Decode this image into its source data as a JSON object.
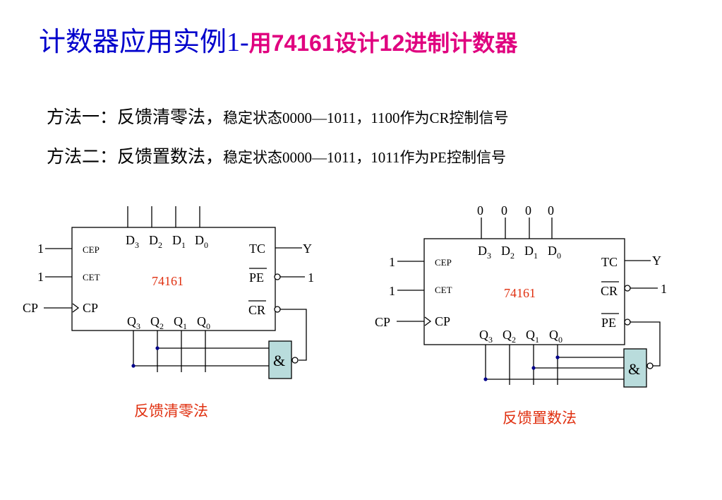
{
  "title": {
    "main": "计数器应用实例1-",
    "sub": "用74161设计12进制计数器"
  },
  "methods": [
    {
      "label": "方法一：反馈清零法，",
      "detail": "稳定状态0000—1011，1100作为CR控制信号"
    },
    {
      "label": "方法二：反馈置数法，",
      "detail": "稳定状态0000—1011，1011作为PE控制信号"
    }
  ],
  "circuits": [
    {
      "chip": "74161",
      "caption": "反馈清零法",
      "inputs": {
        "cep": "1",
        "cet": "1",
        "cp": "CP"
      },
      "pins": {
        "cep": "CEP",
        "cet": "CET",
        "cp": "CP",
        "tc": "TC",
        "pe": "PE",
        "cr": "CR",
        "d": [
          "D",
          "D",
          "D",
          "D"
        ],
        "d_sub": [
          "3",
          "2",
          "1",
          "0"
        ],
        "q": [
          "Q",
          "Q",
          "Q",
          "Q"
        ],
        "q_sub": [
          "3",
          "2",
          "1",
          "0"
        ]
      },
      "outputs": {
        "y": "Y",
        "pe_in": "1"
      },
      "data_inputs": [
        "",
        "",
        "",
        ""
      ],
      "gate": "&"
    },
    {
      "chip": "74161",
      "caption": "反馈置数法",
      "inputs": {
        "cep": "1",
        "cet": "1",
        "cp": "CP"
      },
      "pins": {
        "cep": "CEP",
        "cet": "CET",
        "cp": "CP",
        "tc": "TC",
        "cr": "CR",
        "pe": "PE",
        "d": [
          "D",
          "D",
          "D",
          "D"
        ],
        "d_sub": [
          "3",
          "2",
          "1",
          "0"
        ],
        "q": [
          "Q",
          "Q",
          "Q",
          "Q"
        ],
        "q_sub": [
          "3",
          "2",
          "1",
          "0"
        ]
      },
      "outputs": {
        "y": "Y",
        "cr_in": "1"
      },
      "data_inputs": [
        "0",
        "0",
        "0",
        "0"
      ],
      "gate": "&"
    }
  ],
  "colors": {
    "title_main": "#0000cc",
    "title_sub": "#e0007f",
    "chip_label": "#e03010",
    "caption": "#e03010",
    "gate_fill": "#b9dcdc",
    "wire": "#000000",
    "dot": "#00008b"
  }
}
